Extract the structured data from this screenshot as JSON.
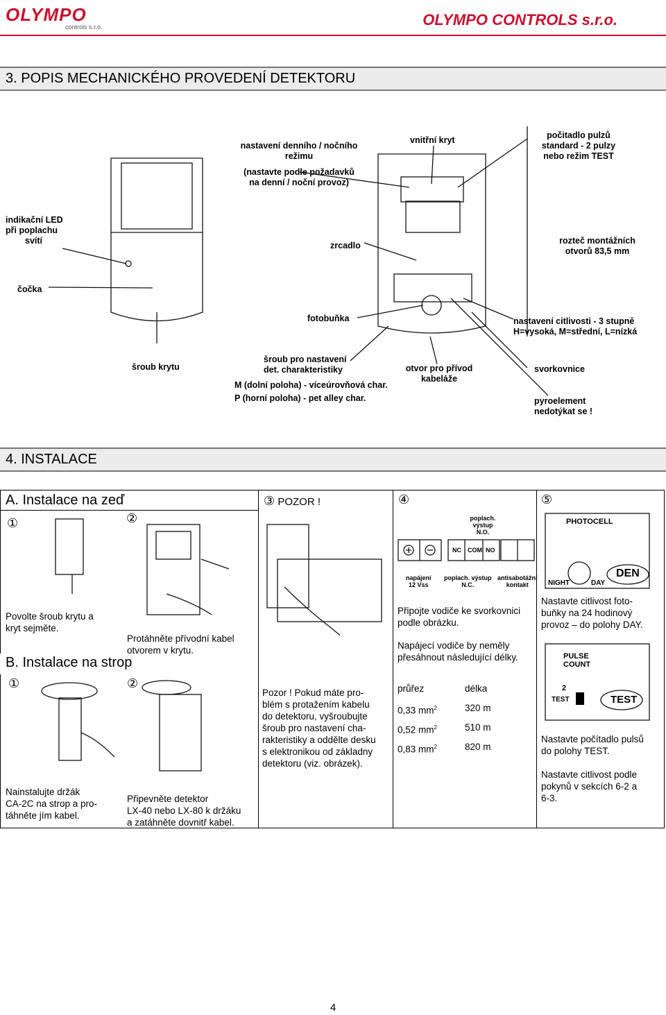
{
  "header": {
    "logo_text": "OLYMPO",
    "logo_sub": "controls s.r.o.",
    "company": "OLYMPO CONTROLS s.r.o."
  },
  "section3": {
    "title": "3. POPIS MECHANICKÉHO PROVEDENÍ DETEKTORU",
    "labels": {
      "mode": [
        "nastavení denního / nočního",
        "režimu",
        "(nastavte podle požadavků",
        "na denní / noční provoz)"
      ],
      "inner_cover": "vnitřní kryt",
      "counter": [
        "počitadlo pulzů",
        "standard - 2 pulzy",
        "nebo režim TEST"
      ],
      "led": [
        "indikační LED",
        "při poplachu",
        "svítí"
      ],
      "mirror": "zrcadlo",
      "spacing": [
        "rozteč montážních",
        "otvorů 83,5 mm"
      ],
      "lens": "čočka",
      "photocell": "fotobuňka",
      "sensitivity": [
        "nastavení citlivosti - 3 stupně",
        "H=vysoká, M=střední, L=nízká"
      ],
      "cover_screw": "šroub krytu",
      "char_screw": [
        "šroub pro nastavení",
        "det. charakteristiky"
      ],
      "char_m": "M (dolní poloha) - víceúrovňová char.",
      "char_p": "P (horní poloha) - pet alley char.",
      "cable_hole": [
        "otvor pro přívod",
        "kabeláže"
      ],
      "terminal": "svorkovnice",
      "pyro": [
        "pyroelement",
        "nedotýkat se !"
      ]
    }
  },
  "section4": {
    "title": "4. INSTALACE",
    "a_title": "A. Instalace na zeď",
    "b_title": "B. Instalace na strop",
    "step_a1": "①",
    "step_a2": "②",
    "step_b1": "①",
    "step_b2": "②",
    "step3": "③",
    "step3_label": "POZOR !",
    "step4": "④",
    "step5": "⑤",
    "a1_text": [
      "Povolte šroub krytu a",
      "kryt sejměte."
    ],
    "a2_text": [
      "Protáhněte přívodní kabel",
      "otvorem v krytu."
    ],
    "b1_text": [
      "Nainstalujte držák",
      "CA-2C na strop a pro-",
      "táhněte jím kabel."
    ],
    "b2_text": [
      "Připevněte detektor",
      "LX-40 nebo LX-80 k držáku",
      "a zatáhněte dovnitř kabel."
    ],
    "pozor_text": [
      "Pozor ! Pokud máte pro-",
      "blém s protažením kabelu",
      "do detektoru, vyšroubujte",
      "šroub pro nastavení cha-",
      "rakteristiky a oddělte desku",
      "s elektronikou od základny",
      "detektoru (viz. obrázek)."
    ],
    "terminal_diagram": {
      "top_label": [
        "poplach. výstup",
        "N.O."
      ],
      "nc": "NC",
      "com": "COM",
      "no": "NO",
      "bot_power": [
        "napájení",
        "12 Vss"
      ],
      "bot_alarm": [
        "poplach. výstup",
        "N.C."
      ],
      "bot_tamper": [
        "antisabotážní",
        "kontakt"
      ]
    },
    "step4_text": [
      "Připojte vodiče ke svorkovnici",
      "podle obrázku."
    ],
    "step4_text2": [
      "Napájecí vodiče by neměly",
      "přesáhnout  následující délky."
    ],
    "wire_table": {
      "headers": [
        "průřez",
        "délka"
      ],
      "rows": [
        [
          "0,33 mm",
          "320 m"
        ],
        [
          "0,52 mm",
          "510 m"
        ],
        [
          "0,83 mm",
          "820 m"
        ]
      ],
      "sup": "2"
    },
    "step5_diagram": {
      "photocell": "PHOTOCELL",
      "night": "NIGHT",
      "day": "DAY",
      "den": "DEN",
      "pulse": [
        "PULSE",
        "COUNT"
      ],
      "two": "2",
      "test_small": "TEST",
      "test_big": "TEST"
    },
    "step5_text1": [
      "Nastavte citlivost foto-",
      "buňky na 24 hodinový",
      "provoz – do polohy DAY."
    ],
    "step5_text2": [
      "Nastavte počítadlo pulsů",
      "do polohy TEST."
    ],
    "step5_text3": [
      "Nastavte citlivost podle",
      "pokynů v sekcích 6-2 a",
      "6-3."
    ]
  },
  "page_number": "4"
}
